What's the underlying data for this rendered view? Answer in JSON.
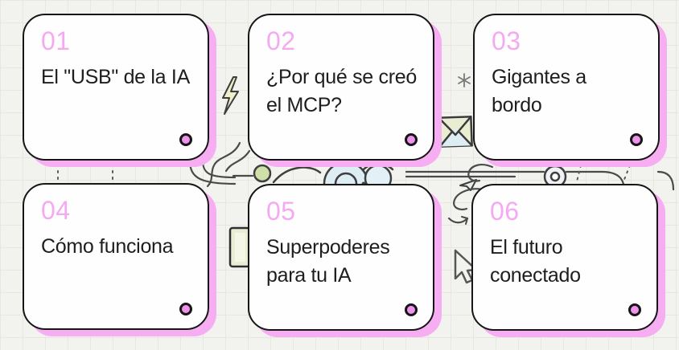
{
  "page": {
    "kind": "interactive-index-slide",
    "language": "es"
  },
  "colors": {
    "accent_pink": "#ef93ea",
    "shadow_pink": "#f6adf2",
    "number_pink": "#f5a9f0",
    "card_border": "#161616",
    "title_color": "#1e1e1e",
    "background": "#f2f2ef",
    "grid_line": "#e7e7e2",
    "doodle_stroke": "#474747"
  },
  "cards": [
    {
      "number": "01",
      "title": "El \"USB\" de la IA"
    },
    {
      "number": "02",
      "title": "¿Por qué se creó\nel MCP?"
    },
    {
      "number": "03",
      "title": "Gigantes a\nbordo"
    },
    {
      "number": "04",
      "title": "Cómo funciona"
    },
    {
      "number": "05",
      "title": "Superpoderes\npara tu IA"
    },
    {
      "number": "06",
      "title": "El futuro\nconectado"
    }
  ],
  "doodles": [
    "lightning-icon",
    "asterisk-icon",
    "envelope-icon",
    "cable-lines",
    "swirl-cloud",
    "olive-circle",
    "ring-node",
    "connector-lines",
    "paper-plane-icon",
    "swirl-arrow",
    "cursor-arrow-icon",
    "plug-icon",
    "dotted-ticks"
  ]
}
